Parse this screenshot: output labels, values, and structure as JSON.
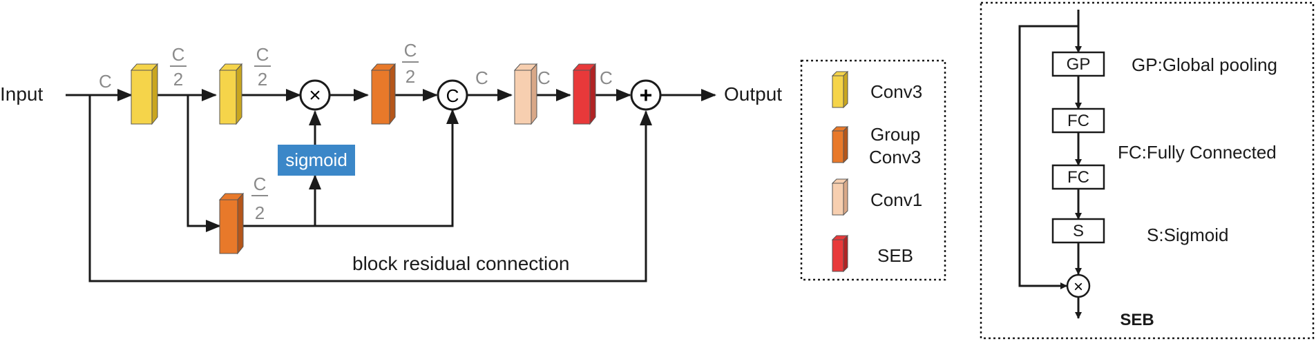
{
  "main": {
    "input_label": "Input",
    "output_label": "Output",
    "residual_label": "block residual connection",
    "sigmoid_label": "sigmoid",
    "channel_c": "C",
    "half_numerator": "C",
    "half_denominator": "2",
    "multiply_symbol": "×",
    "concat_symbol": "C",
    "add_symbol": "+"
  },
  "legend": {
    "items": [
      {
        "label": "Conv3",
        "color": "#f5d44a"
      },
      {
        "label": "Group",
        "label2": "Conv3",
        "color": "#e8792a"
      },
      {
        "label": "Conv1",
        "color": "#f7cfb0"
      },
      {
        "label": "SEB",
        "color": "#e8393a"
      }
    ]
  },
  "seb": {
    "title": "SEB",
    "boxes": [
      "GP",
      "FC",
      "FC",
      "S"
    ],
    "descriptions": [
      "GP:Global pooling",
      "FC:Fully Connected",
      "S:Sigmoid"
    ],
    "multiply_symbol": "×"
  },
  "colors": {
    "conv3": "#f5d44a",
    "group_conv3": "#e8792a",
    "conv1": "#f7cfb0",
    "seb": "#e8393a",
    "sigmoid_box": "#3b87c8"
  }
}
